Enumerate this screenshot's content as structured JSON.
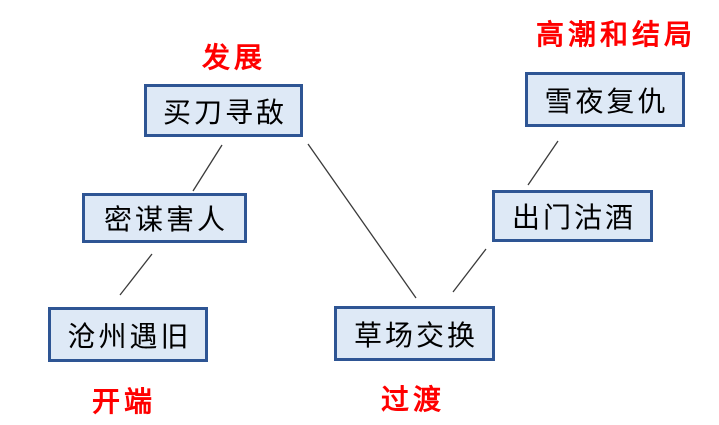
{
  "diagram": {
    "stage_labels": {
      "development": "发展",
      "climax_and_ending": "高潮和结局",
      "beginning": "开端",
      "transition": "过渡"
    },
    "nodes": [
      {
        "label": "买刀寻敌"
      },
      {
        "label": "雪夜复仇"
      },
      {
        "label": "密谋害人"
      },
      {
        "label": "出门沽酒"
      },
      {
        "label": "沧州遇旧"
      },
      {
        "label": "草场交换"
      }
    ],
    "colors": {
      "stage_label_red": "#ff0000",
      "node_border": "#2e5594",
      "node_fill": "#dee9f6",
      "connector": "#3a3a3a"
    }
  }
}
